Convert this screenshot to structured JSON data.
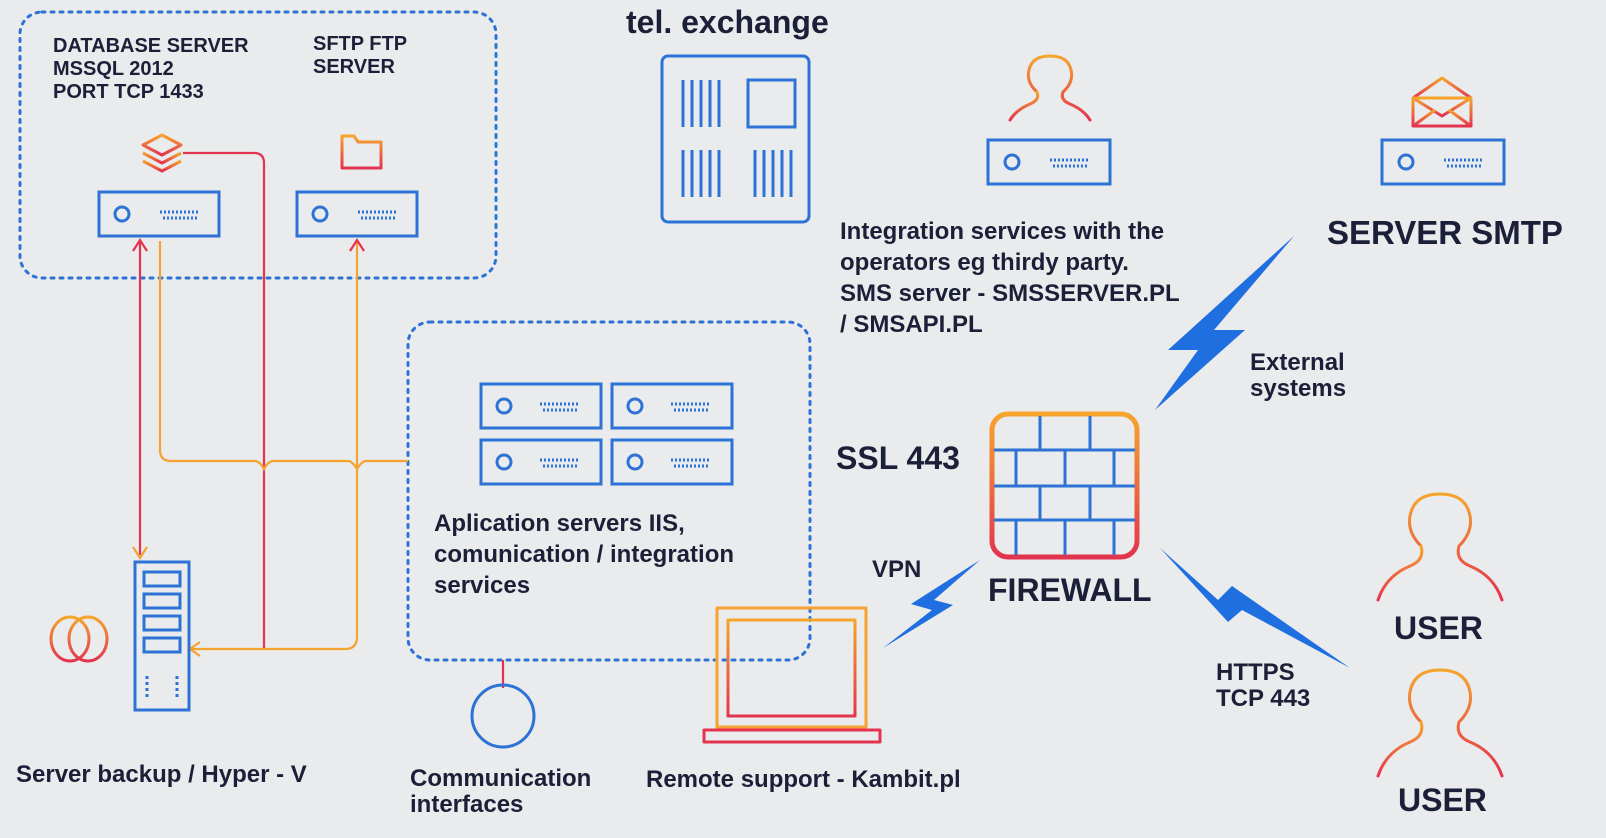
{
  "database_server": {
    "line1": "DATABASE SERVER",
    "line2": "MSSQL 2012",
    "line3": "PORT TCP 1433"
  },
  "sftp_server": {
    "line1": "SFTP FTP",
    "line2": "SERVER"
  },
  "tel_exchange": "tel. exchange",
  "integration": {
    "line1": "Integration services with the",
    "line2": "operators eg thirdy party.",
    "line3": "SMS server - SMSSERVER.PL",
    "line4": "/ SMSAPI.PL"
  },
  "server_smtp": "SERVER SMTP",
  "external": {
    "line1": "External",
    "line2": "systems"
  },
  "ssl": "SSL 443",
  "firewall": "FIREWALL",
  "vpn": "VPN",
  "https": {
    "line1": "HTTPS",
    "line2": "TCP 443"
  },
  "app_servers": {
    "line1": "Aplication servers IIS,",
    "line2": "comunication / integration",
    "line3": "services"
  },
  "backup": "Server backup / Hyper - V",
  "comm_interfaces": {
    "line1": "Communication",
    "line2": "interfaces"
  },
  "remote_support": "Remote support - Kambit.pl",
  "users": [
    "USER",
    "USER"
  ],
  "colors": {
    "blue": "#2d73d6",
    "orange": "#f4a230",
    "red": "#e3334f",
    "bolt": "#1f6fe0",
    "background": "#eaebec"
  },
  "icons": [
    "database-stack-icon",
    "folder-icon",
    "user-icon",
    "mail-icon",
    "firewall-icon",
    "laptop-icon",
    "circle-icon",
    "server-tower-icon",
    "lightning-bolt-icon"
  ]
}
